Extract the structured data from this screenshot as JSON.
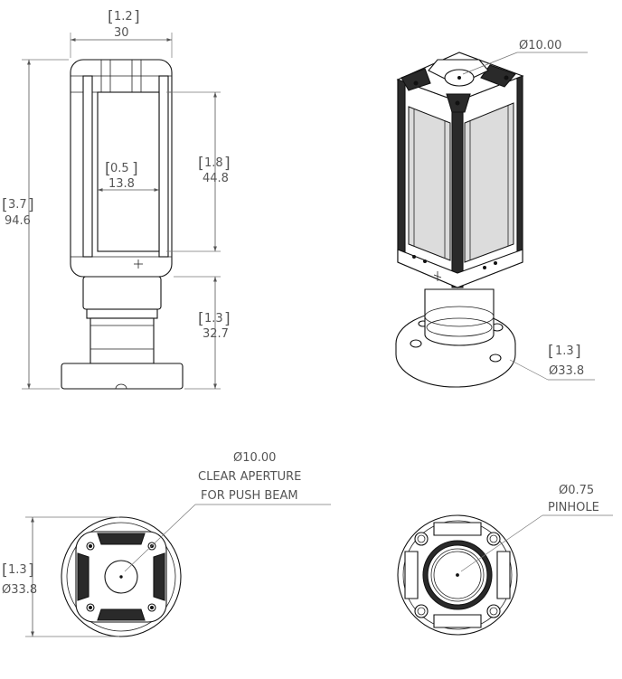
{
  "front_view": {
    "width": {
      "in": "1.2",
      "mm": "30"
    },
    "window_width": {
      "in": "0.5",
      "mm": "13.8"
    },
    "window_height": {
      "in": "1.8",
      "mm": "44.8"
    },
    "total_height": {
      "in": "3.7",
      "mm": "94.6"
    },
    "base_height": {
      "in": "1.3",
      "mm": "32.7"
    }
  },
  "iso_view": {
    "top_aperture": "Ø10.00",
    "flange": {
      "in": "1.3",
      "mm": "Ø33.8"
    }
  },
  "top_view": {
    "aperture_dia": "Ø10.00",
    "aperture_note_1": "CLEAR APERTURE",
    "aperture_note_2": "FOR PUSH BEAM",
    "diameter": {
      "in": "1.3",
      "mm": "Ø33.8"
    }
  },
  "bottom_view": {
    "pinhole_dia": "Ø0.75",
    "pinhole_note": "PINHOLE"
  }
}
